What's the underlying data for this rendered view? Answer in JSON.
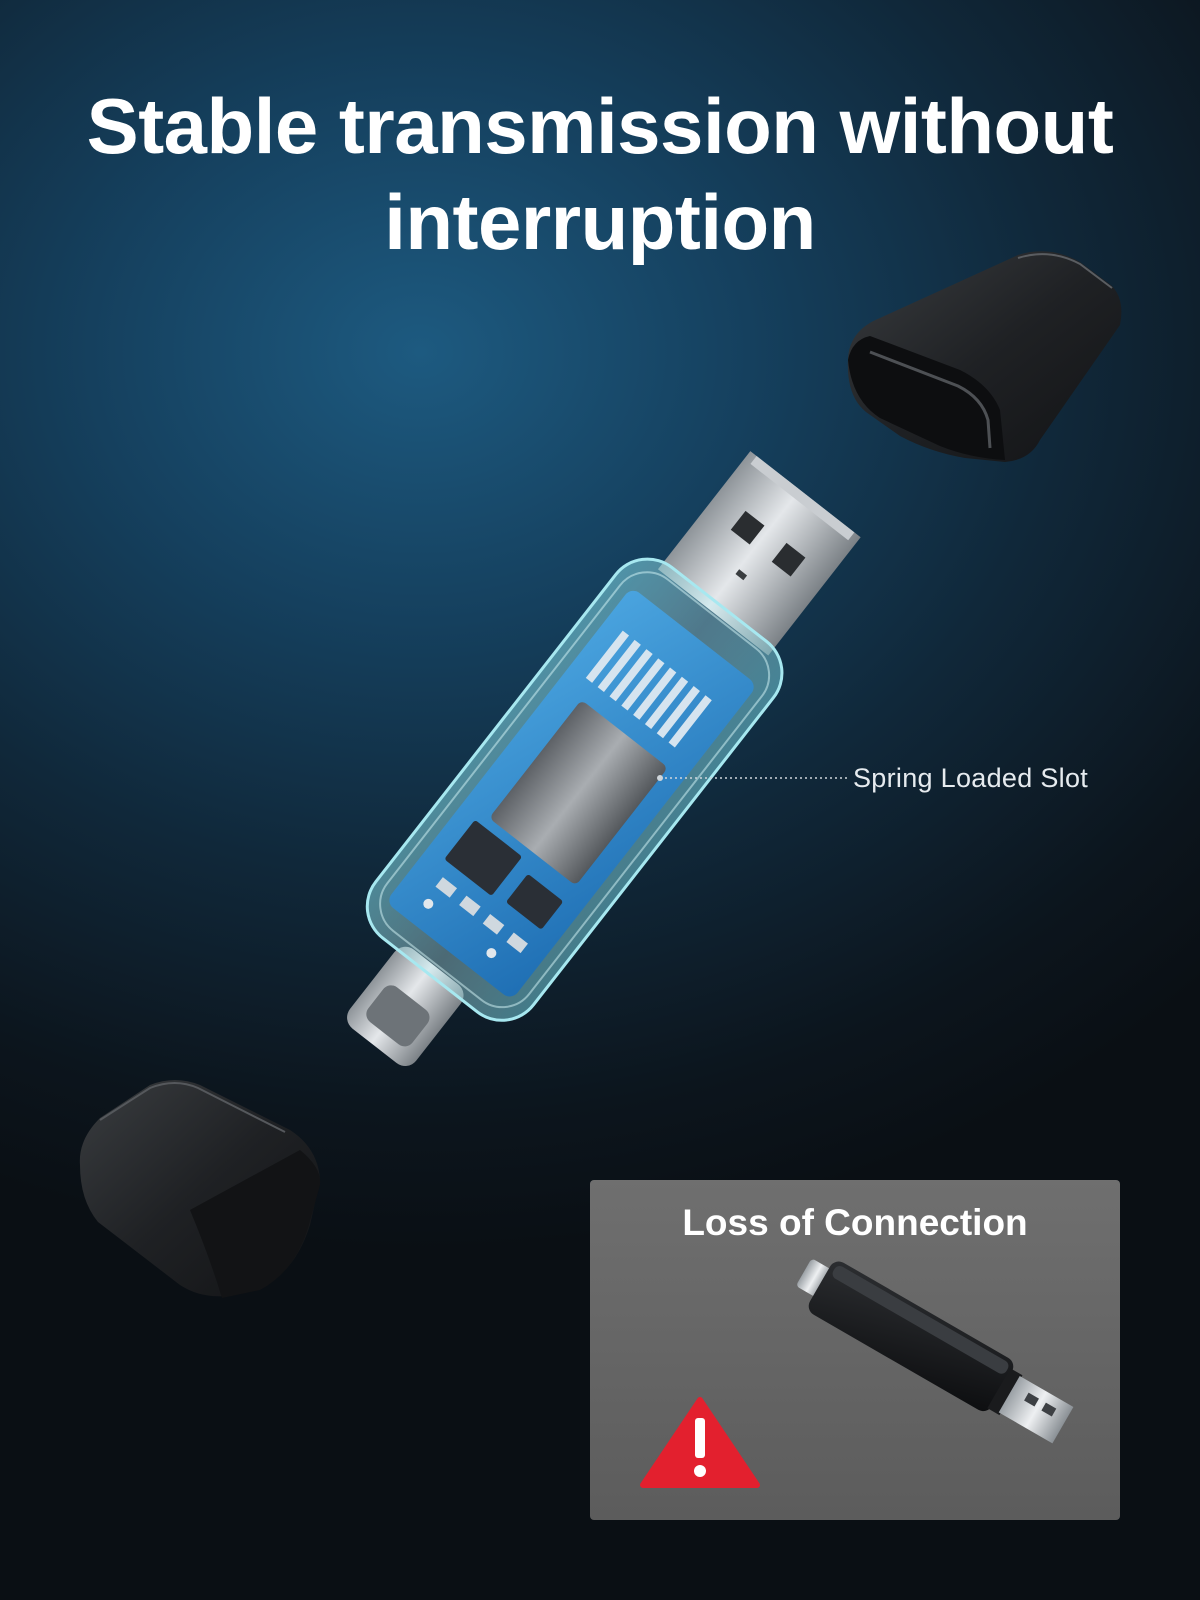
{
  "headline": {
    "line1": "Stable transmission without",
    "line2": "interruption"
  },
  "callout": {
    "label": "Spring Loaded Slot"
  },
  "inset": {
    "title": "Loss of Connection",
    "warning_icon": "warning-triangle-icon",
    "warning_color": "#e3202e"
  },
  "colors": {
    "headline_text": "#ffffff",
    "inset_background": "#666666"
  }
}
